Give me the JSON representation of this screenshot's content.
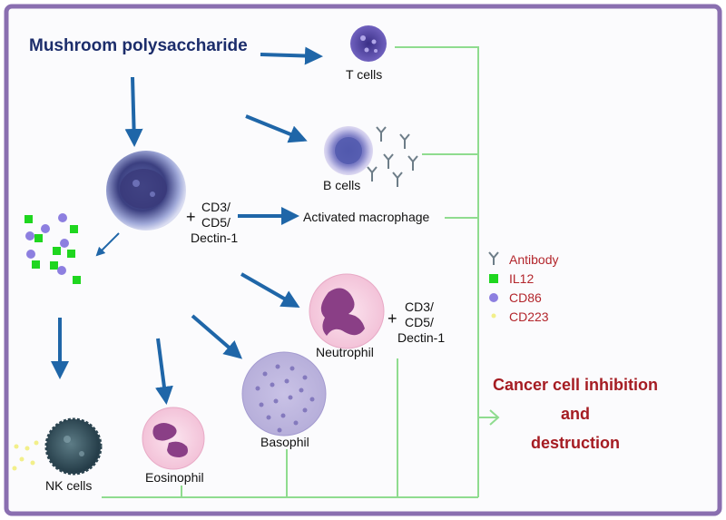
{
  "title": "Mushroom polysaccharide",
  "cells": {
    "t_cells": "T cells",
    "b_cells": "B cells",
    "activated_macrophage": "Activated macrophage",
    "neutrophil": "Neutrophil",
    "basophil": "Basophil",
    "eosinophil": "Eosinophil",
    "nk_cells": "NK cells"
  },
  "receptors_macrophage": {
    "plus": "+",
    "lines": [
      "CD3/",
      "CD5/",
      "Dectin-1"
    ]
  },
  "receptors_neutrophil": {
    "plus": "+",
    "lines": [
      "CD3/",
      "CD5/",
      "Dectin-1"
    ]
  },
  "legend": [
    {
      "icon": "antibody-icon",
      "label": "Antibody"
    },
    {
      "icon": "il12-square-icon",
      "label": "IL12"
    },
    {
      "icon": "cd86-circle-icon",
      "label": "CD86"
    },
    {
      "icon": "cd223-star-icon",
      "label": "CD223"
    }
  ],
  "outcome": {
    "lines": [
      "Cancer cell inhibition",
      "and",
      "destruction"
    ]
  },
  "colors": {
    "frame": "#8a6fb0",
    "title": "#1c2d6b",
    "arrow": "#1f66a8",
    "connector": "#8fdc8f",
    "legend_text": "#b3262c",
    "outcome_text": "#a51c22",
    "il12": "#1fd61f",
    "cd86": "#8d7fe0",
    "cd223": "#f2ef8a",
    "antibody": "#6d7d88"
  }
}
